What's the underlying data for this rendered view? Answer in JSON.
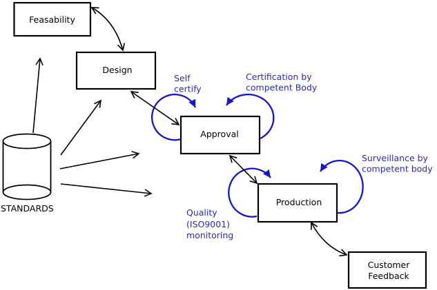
{
  "diagram": {
    "type": "process-flow",
    "nodes": {
      "feasability": "Feasability",
      "design": "Design",
      "approval": "Approval",
      "production": "Production",
      "customer_feedback_line1": "Customer",
      "customer_feedback_line2": "Feedback"
    },
    "datastore": {
      "label": "STANDARDS",
      "shape": "cylinder"
    },
    "annotations": {
      "self_certify": {
        "line1": "Self",
        "line2": "certify"
      },
      "certification": {
        "line1": "Certification by",
        "line2": "competent Body"
      },
      "quality": {
        "line1": "Quality",
        "line2": "(ISO9001)",
        "line3": "monitoring"
      },
      "surveillance": {
        "line1": "Surveillance by",
        "line2": "competent body"
      }
    },
    "edges": [
      {
        "from": "feasability",
        "to": "design",
        "style": "black-double-arrow-curved"
      },
      {
        "from": "design",
        "to": "approval",
        "style": "black-double-arrow"
      },
      {
        "from": "approval",
        "to": "production",
        "style": "black-double-arrow"
      },
      {
        "from": "production",
        "to": "customer_feedback",
        "style": "black-double-arrow-curved"
      },
      {
        "from": "standards",
        "to": "feasability",
        "style": "black-arrow"
      },
      {
        "from": "standards",
        "to": "design",
        "style": "black-arrow"
      },
      {
        "from": "standards",
        "to": "approval",
        "style": "black-arrow"
      },
      {
        "from": "standards",
        "to": "production",
        "style": "black-arrow"
      },
      {
        "from": "approval",
        "to": "approval",
        "style": "blue-self-loop",
        "label": "self_certify"
      },
      {
        "from": "approval",
        "to": "approval",
        "style": "blue-self-loop",
        "label": "certification"
      },
      {
        "from": "production",
        "to": "production",
        "style": "blue-self-loop",
        "label": "quality"
      },
      {
        "from": "production",
        "to": "production",
        "style": "blue-self-loop",
        "label": "surveillance"
      }
    ],
    "colors": {
      "loop_blue": "#1414cc",
      "annotation_blue": "#2a2ab8",
      "line_black": "#000000",
      "box_fill": "#ffffff",
      "background": "#ffffff"
    }
  }
}
